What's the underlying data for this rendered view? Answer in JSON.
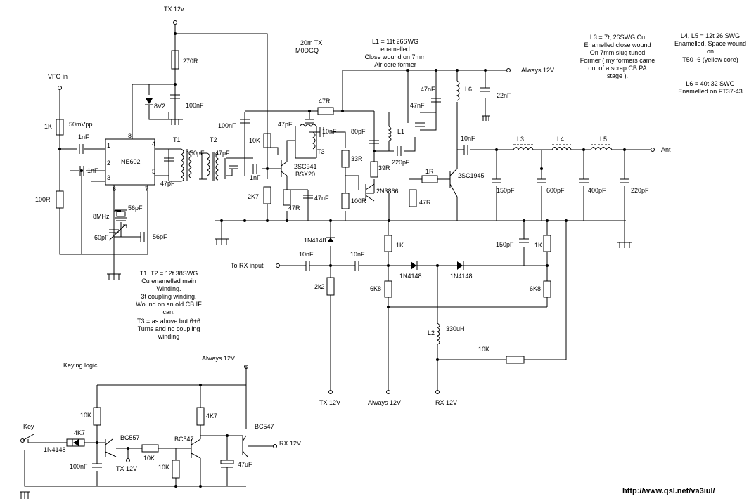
{
  "notes": {
    "title_line1": "20m TX",
    "title_line2": "M0DGQ",
    "l1_line1": "L1 = 11t 26SWG",
    "l1_line2": "enamelled",
    "l1_line3": "Close wound on 7mm",
    "l1_line4": "Air core former",
    "l3_line1": "L3 = 7t,  26SWG Cu",
    "l3_line2": "Enamelled close wound",
    "l3_line3": "On 7mm slug tuned",
    "l3_line4": "Former ( my formers came",
    "l3_line5": "out of a scrap CB PA",
    "l3_line6": "stage ).",
    "l45_line1": "L4, L5 = 12t 26 SWG",
    "l45_line2": "Enamelled, Space wound",
    "l45_line3": "on",
    "l45_line4": "T50 -6  (yellow core)",
    "l6_line1": "L6 = 40t 32 SWG",
    "l6_line2": "Enamelled on FT37-43",
    "t12_line1": "T1, T2 = 12t 38SWG",
    "t12_line2": "Cu enamelled main",
    "t12_line3": "Winding.",
    "t12_line4": "3t coupling winding.",
    "t12_line5": "Wound on an old CB IF",
    "t12_line6": "can.",
    "t12_line7": "T3 = as above but 6+6",
    "t12_line8": "Turns and no coupling",
    "t12_line9": "winding",
    "keying_title": "Keying logic",
    "url": "http://www.qsl.net/va3iul/"
  },
  "labels": {
    "tx12v_top": "TX 12v",
    "r270": "270R",
    "zener": "8V2",
    "c100n_a": "100nF",
    "vfo_in": "VFO in",
    "r1k_vfo": "1K",
    "vpp": "50mVpp",
    "c1nf_a": "1nF",
    "c1nf_b": "1nF",
    "r100_vfo": "100R",
    "ic_name": "NE602",
    "pin8": "8",
    "pin1": "1",
    "pin2": "2",
    "pin3": "3",
    "pin4": "4",
    "pin5": "5",
    "pin6": "6",
    "pin7": "7",
    "c56p_a": "56pF",
    "xtal": "8MHz",
    "c60p": "60pF",
    "c56p_b": "56pF",
    "t1": "T1",
    "t2": "T2",
    "c150p_t": "150pF",
    "c47p_t2": "47pF",
    "c47p_t1": "47pF",
    "c100n_b": "100nF",
    "r10k_a": "10K",
    "c1nf_c": "1nF",
    "r2k7": "2K7",
    "c47p_b": "47pF",
    "t3": "T3",
    "q1": "2SC941",
    "q1b": "BSX20",
    "c10n_a": "10nF",
    "r47_a": "47R",
    "c47p_c": "47nF",
    "r47_top": "47R",
    "c80p": "80pF",
    "l1": "L1",
    "r33": "33R",
    "r39": "39R",
    "c220p_a": "220pF",
    "q2": "2N3866",
    "r100_b": "100R",
    "c47n_a": "47nF",
    "c47n_b": "47nF",
    "l6": "L6",
    "c22n": "22nF",
    "always12_top": "Always 12V",
    "c10n_b": "10nF",
    "r1r": "1R",
    "q3": "2SC1945",
    "r47_c": "47R",
    "l3": "L3",
    "l4": "L4",
    "l5": "L5",
    "ant": "Ant",
    "c150p_b": "150pF",
    "c600p": "600pF",
    "c400p": "400pF",
    "c220p_b": "220pF",
    "d1": "1N4148",
    "c10n_c": "10nF",
    "c10n_d": "10nF",
    "rx_input": "To RX input",
    "r2k2": "2k2",
    "r1k_b": "1K",
    "r6k8_a": "6K8",
    "d2": "1N4148",
    "d3": "1N4148",
    "c150p_c": "150pF",
    "r1k_c": "1K",
    "r6k8_b": "6K8",
    "l2": "L2",
    "l2v": "330uH",
    "r10k_b": "10K",
    "tx12v_bot": "TX 12V",
    "always12_bot": "Always 12V",
    "rx12v_bot": "RX 12V",
    "k_always": "Always 12V",
    "k_r10k": "10K",
    "k_key": "Key",
    "k_r4k7": "4K7",
    "k_d": "1N4148",
    "k_bc557": "BC557",
    "k_c100n": "100nF",
    "k_tx12v": "TX 12V",
    "k_r10k_b": "10K",
    "k_bc547a": "BC547",
    "k_r10k_c": "10K",
    "k_r4k7_b": "4K7",
    "k_bc547b": "BC547",
    "k_rx12v": "RX 12V",
    "k_c47u": "47uF"
  }
}
